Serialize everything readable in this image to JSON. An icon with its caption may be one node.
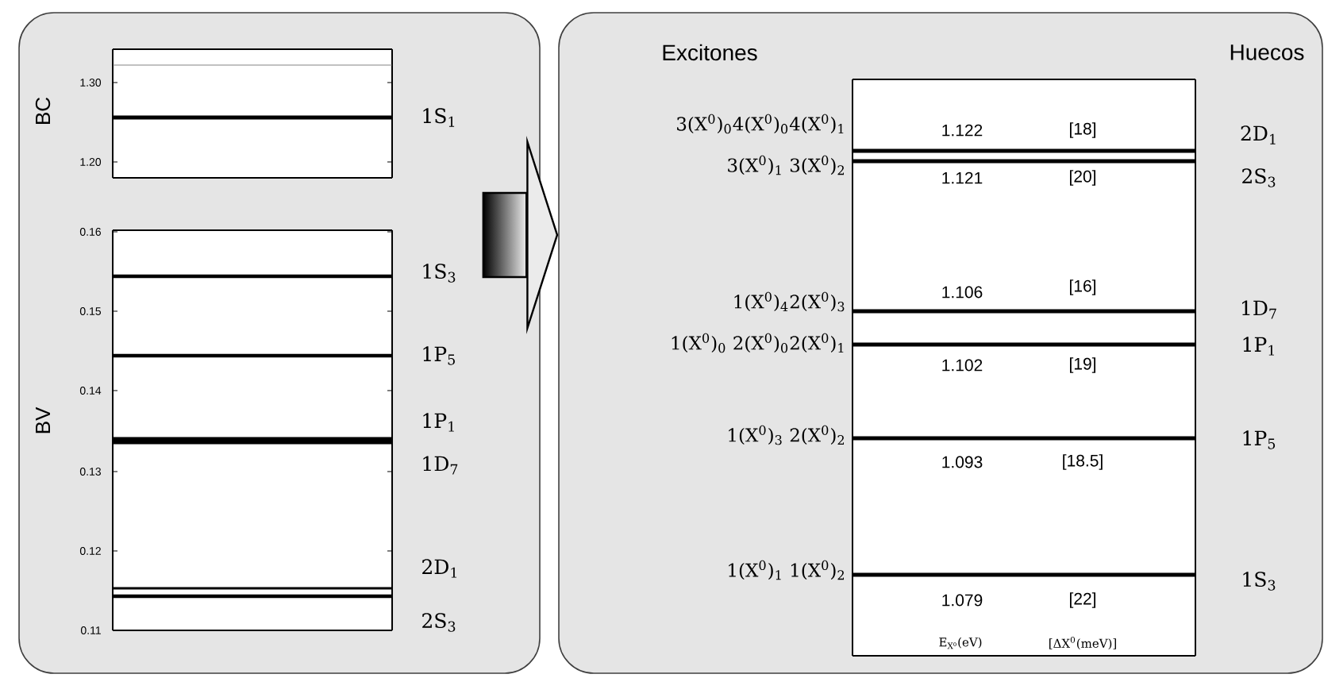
{
  "diagram": {
    "nodes": [
      {
        "text": [],
        "shape": "box"
      },
      {
        "text": [],
        "shape": "box"
      }
    ],
    "edges": [
      {
        "from": 0,
        "to": 1,
        "arrow": "to",
        "style": "thick"
      }
    ],
    "labels": [
      "BC",
      "1.30",
      "1.20",
      "1S$_{1}$",
      "0.16",
      "0.15",
      "0.14",
      "0.13",
      "0.12",
      "0.11",
      "BV",
      "1S$_{3}$",
      "1P$_{5}$",
      "1P$_{1}$",
      "1D$_{7}$",
      "2D$_{1}$",
      "2S$_{3}$",
      "Excitones",
      "Huecos",
      "3(X$^{0}$)$_{0}$4(X$^{0}$)$_{0}$4(X$^{0}$)$_{1}$",
      "1.122",
      "[18]",
      "2D$_{1}$",
      "3(X$^{0}$)$_{1}$ 3(X$^{0}$)$_{2}$",
      "1.121",
      "[20]",
      "2S$_{3}$",
      "1(X$^{0}$)$_{4}$2(X$^{0}$)$_{3}$",
      "1.106",
      "[16]",
      "1D$_{7}$",
      "1(X$^{0}$)$_{0}$ 2(X$^{0}$)$_{0}$2(X$^{0}$)$_{1}$",
      "1.102",
      "[19]",
      "1P$_{1}$",
      "1(X$^{0}$)$_{3}$ 2(X$^{0}$)$_{2}$",
      "1.093",
      "[18.5]",
      "1P$_{5}$",
      "1(X$^{0}$)$_{1}$ 1(X$^{0}$)$_{2}$",
      "1.079",
      "[22]",
      "1S$_{3}$",
      "E$_{X⁰}$(eV)",
      "[ΔX$^{0}$(meV)]"
    ]
  }
}
